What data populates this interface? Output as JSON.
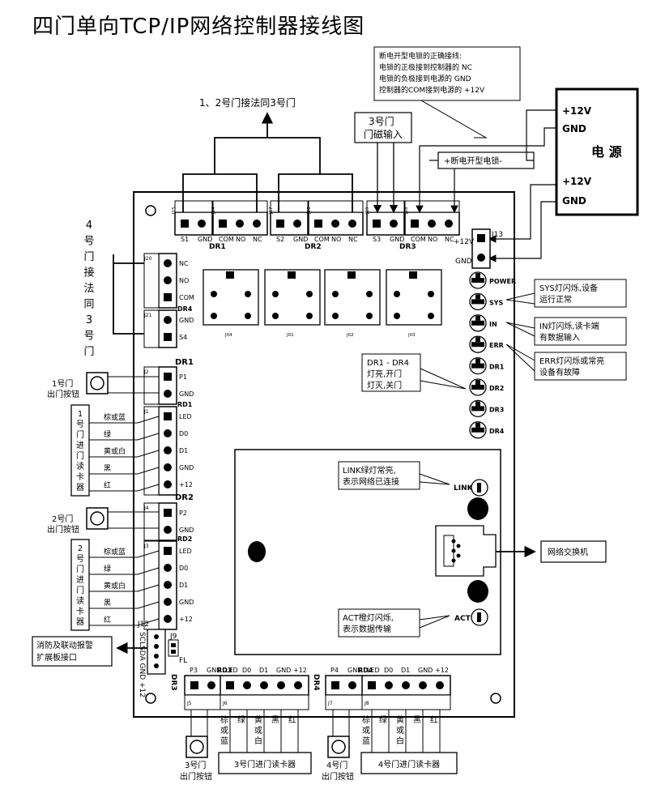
{
  "title": "四门单向TCP/IP网络控制器接线图",
  "notes": {
    "doors_1_2": "1、2号门接法同3号门",
    "door3_sensor": [
      "3号门",
      "门磁输入"
    ],
    "door4": [
      "4",
      "号",
      "门",
      "接",
      "法",
      "同",
      "3",
      "号",
      "门"
    ],
    "lock_wiring": [
      "断电开型电锁的正确接线:",
      "电锁的正极接到控制器的 NC",
      "电锁的负极接到电源的 GND",
      "控制器的COM接到电源的 +12V"
    ],
    "power_lock": "+断电开型电锁-",
    "sys": [
      "SYS灯闪烁,设备",
      "运行正常"
    ],
    "in": [
      "IN灯闪烁,读卡端",
      "有数据输入"
    ],
    "err": [
      "ERR灯闪烁或常亮",
      "设备有故障"
    ],
    "dr": [
      "DR1 - DR4",
      "灯亮,开门",
      "灯灭,关门"
    ],
    "link": [
      "LINK绿灯常亮,",
      "表示网络已连接"
    ],
    "act": [
      "ACT橙灯闪烁,",
      "表示数据传输"
    ],
    "network": "网络交换机",
    "fire": [
      "消防及联动报警",
      "扩展板接口"
    ]
  },
  "power": {
    "title": "电 源",
    "p1": "+12V",
    "g1": "GND",
    "p2": "+12V",
    "g2": "GND"
  },
  "top_terms": [
    "S1",
    "GND",
    "COM",
    "NO",
    "NC",
    "S2",
    "GND",
    "COM",
    "NO",
    "NC",
    "S3",
    "GND",
    "COM",
    "NO",
    "NC"
  ],
  "dr_top": [
    "DR1",
    "DR2",
    "DR3"
  ],
  "top_jumpers": [
    "J15",
    "J14",
    "J17",
    "J16",
    "J19",
    "J18"
  ],
  "relays": [
    "J04",
    "J01",
    "J02",
    "J03"
  ],
  "j13": {
    "name": "J13",
    "p": "+12V",
    "g": "GND"
  },
  "leds": [
    "POWER",
    "SYS",
    "IN",
    "ERR",
    "DR1",
    "DR2",
    "DR3",
    "DR4"
  ],
  "left_j20": {
    "name": "J20",
    "terms": [
      "NC",
      "NO",
      "COM"
    ],
    "dr": "DR4"
  },
  "left_j21": {
    "name": "J21",
    "terms": [
      "GND",
      "S4"
    ]
  },
  "left_dr1": "DR1",
  "left_j2": {
    "name": "J2",
    "terms": [
      "P1",
      "GND"
    ]
  },
  "left_rd1": "RD1",
  "left_j1": {
    "name": "J1",
    "terms": [
      "LED",
      "D0",
      "D1",
      "GND",
      "+12"
    ]
  },
  "left_dr2": "DR2",
  "left_j4": {
    "name": "J4",
    "terms": [
      "P2",
      "GND"
    ]
  },
  "left_rd2": "RD2",
  "left_j3": {
    "name": "J3",
    "terms": [
      "LED",
      "D0",
      "D1",
      "GND",
      "+12"
    ]
  },
  "wires": [
    "棕或蓝",
    "绿",
    "黄或白",
    "黑",
    "红"
  ],
  "btn1": [
    "1号门",
    "出门按钮"
  ],
  "btn2": [
    "2号门",
    "出门按钮"
  ],
  "reader1": [
    "1",
    "号",
    "门",
    "进",
    "门",
    "读",
    "卡",
    "器"
  ],
  "reader2": [
    "2",
    "号",
    "门",
    "进",
    "门",
    "读",
    "卡",
    "器"
  ],
  "j12": {
    "name": "J12",
    "vlabel": "SCLSDA GND +12"
  },
  "j9": {
    "name": "J9",
    "fl": "FL"
  },
  "bottom": {
    "p3": "P3",
    "gnd3": "GND",
    "rd3": "RD3",
    "t6": [
      "LED",
      "D0",
      "D1",
      "GND",
      "+12"
    ],
    "p4": "P4",
    "gnd4": "GND",
    "rd4": "RD4",
    "t8": [
      "LED",
      "D0",
      "D1",
      "GND",
      "+12"
    ],
    "dr3": "DR3",
    "dr4": "DR4",
    "j5": "J5",
    "j6": "J6",
    "j7": "J7",
    "j8": "J8"
  },
  "bwires": [
    [
      "棕",
      "或",
      "蓝"
    ],
    [
      "绿"
    ],
    [
      "黄",
      "或",
      "白"
    ],
    [
      "黑"
    ],
    [
      "红"
    ]
  ],
  "btn3": [
    "3号门",
    "出门按钮"
  ],
  "btn4": [
    "4号门",
    "出门按钮"
  ],
  "reader3": "3号门进门读卡器",
  "reader4": "4号门进门读卡器",
  "eth": {
    "link": "LINK",
    "act": "ACT"
  }
}
